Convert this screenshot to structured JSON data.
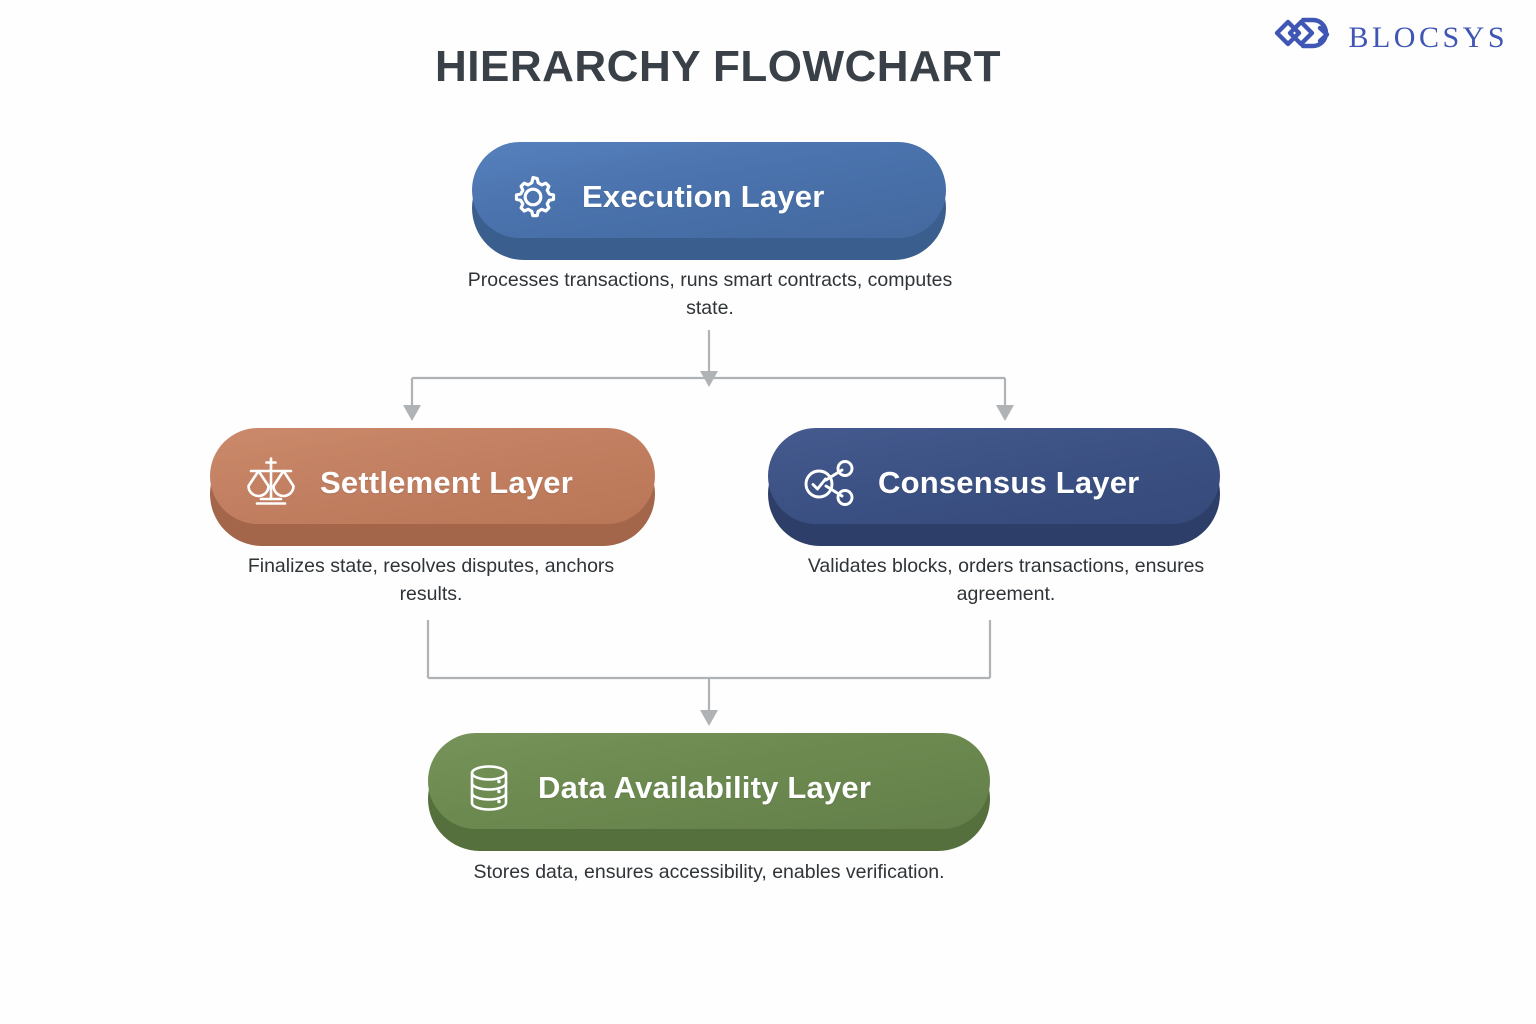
{
  "brand": {
    "name": "BLOCSYS",
    "mark_icon": "blocsys-interlocking-diamonds-icon",
    "color": "#3f56b5"
  },
  "header": {
    "title": "HIERARCHY FLOWCHART",
    "title_color": "#3a4047"
  },
  "flow": {
    "connector_color": "#b0b3b6",
    "nodes": [
      {
        "id": "execution",
        "label": "Execution Layer",
        "icon": "gear-icon",
        "color": "#4a72ac",
        "edge_color": "#3a5e8d",
        "caption": "Processes transactions, runs smart contracts, computes state."
      },
      {
        "id": "settlement",
        "label": "Settlement Layer",
        "icon": "balance-scales-icon",
        "color": "#c27f61",
        "edge_color": "#a4664a",
        "caption": "Finalizes state, resolves disputes, anchors results."
      },
      {
        "id": "consensus",
        "label": "Consensus Layer",
        "icon": "network-check-icon",
        "color": "#3c5184",
        "edge_color": "#2d3f68",
        "caption": "Validates blocks, orders transactions, ensures agreement."
      },
      {
        "id": "data",
        "label": "Data Availability Layer",
        "icon": "database-icon",
        "color": "#6c8a50",
        "edge_color": "#55703c",
        "caption": "Stores data, ensures accessibility, enables verification."
      }
    ],
    "edges": [
      {
        "from": "execution",
        "to": "settlement"
      },
      {
        "from": "execution",
        "to": "consensus"
      },
      {
        "from": "settlement",
        "to": "data"
      },
      {
        "from": "consensus",
        "to": "data"
      }
    ]
  }
}
